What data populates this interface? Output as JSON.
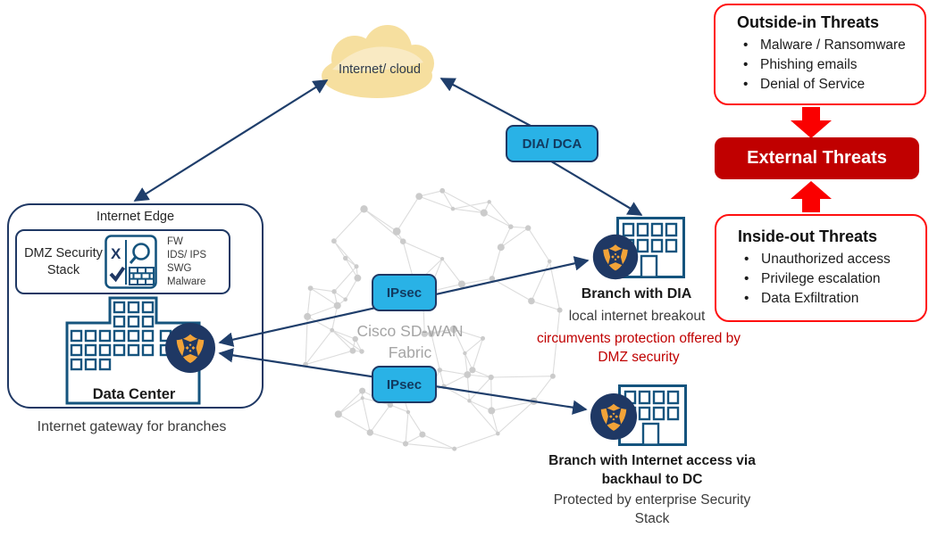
{
  "cloud": {
    "label": "Internet/ cloud"
  },
  "links": {
    "dia_dca": "DIA/ DCA",
    "ipsec_top": "IPsec",
    "ipsec_bottom": "IPsec"
  },
  "fabric": {
    "line1": "Cisco SD-WAN",
    "line2": "Fabric"
  },
  "internet_edge": {
    "title": "Internet Edge",
    "dmz": {
      "label": "DMZ Security Stack",
      "services": [
        "FW",
        "IDS/ IPS",
        "SWG",
        "Malware"
      ]
    },
    "data_center": {
      "title": "Data Center",
      "subtitle": "Internet gateway for branches"
    }
  },
  "branch_dia": {
    "title": "Branch with DIA",
    "subtitle": "local internet breakout",
    "warning": "circumvents protection offered by DMZ security"
  },
  "branch_backhaul": {
    "title": "Branch with Internet access via backhaul to DC",
    "subtitle": "Protected by enterprise Security Stack"
  },
  "threats": {
    "outside_in": {
      "title": "Outside-in Threats",
      "items": [
        "Malware / Ransomware",
        "Phishing emails",
        "Denial of Service"
      ]
    },
    "external": {
      "title": "External Threats"
    },
    "inside_out": {
      "title": "Inside-out Threats",
      "items": [
        "Unauthorized access",
        "Privilege escalation",
        "Data Exfiltration"
      ]
    }
  },
  "colors": {
    "accent_cyan": "#29B2E6",
    "navy": "#1F3864",
    "building_teal": "#15547E",
    "shield_orange": "#F2A338",
    "red_bright": "#FF0F0F",
    "red_dark": "#C00000",
    "cloud_fill": "#F6DF9F",
    "mesh_gray": "#D9D9D9"
  }
}
